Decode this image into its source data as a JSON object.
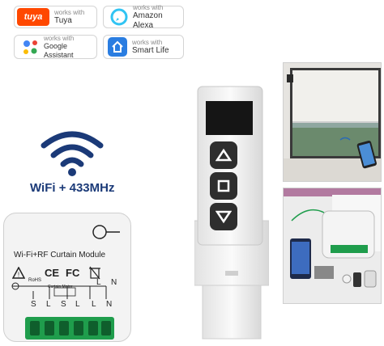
{
  "badges": [
    {
      "id": "tuya",
      "small": "works with",
      "big": "Tuya",
      "logo_text": "tuya"
    },
    {
      "id": "alexa",
      "small": "works with",
      "big": "Amazon Alexa"
    },
    {
      "id": "google",
      "small": "works with",
      "big": "Google Assistant"
    },
    {
      "id": "smartlife",
      "small": "works with",
      "big": "Smart Life"
    }
  ],
  "wifi_label": "WiFi + 433MHz",
  "module": {
    "title": "Wi-Fi+RF Curtain Module",
    "cert_ce": "CE",
    "cert_fc": "FC",
    "rohs": "RoHS",
    "curtain_motor": "Curtain Motor",
    "top_terminals": [
      "L",
      "N"
    ],
    "terminals": [
      "S",
      "L",
      "S",
      "L",
      "L",
      "N"
    ]
  },
  "colors": {
    "tuya_orange": "#ff4800",
    "alexa_blue": "#31c4f3",
    "wifi_navy": "#1b3a78",
    "terminal_green": "#1f9d4c",
    "remote_body": "#f2f2f2",
    "button_dark": "#2e2e2e"
  },
  "icons": [
    "wifi-icon",
    "up-arrow-icon",
    "stop-icon",
    "down-arrow-icon",
    "google-dots-icon",
    "smart-life-house-icon",
    "alexa-ring-icon"
  ]
}
